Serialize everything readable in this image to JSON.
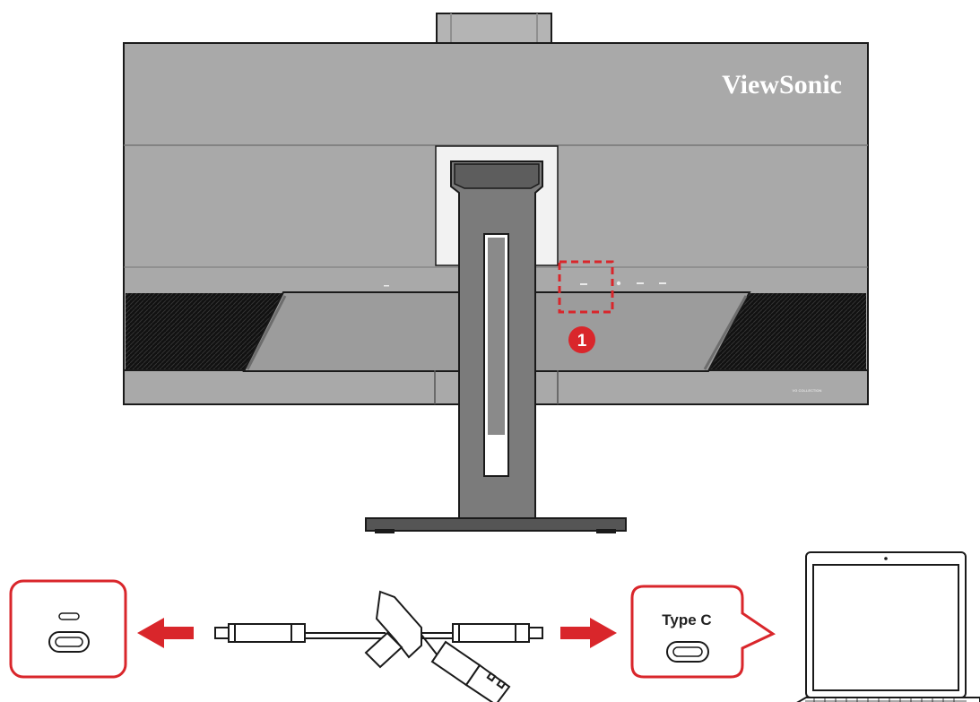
{
  "monitor": {
    "brand": "ViewSonic",
    "series_label": "VG COLLECTION",
    "callout_number": "1"
  },
  "port_callout": {
    "label": "Type C"
  },
  "colors": {
    "accent_red": "#d9262b",
    "monitor_gray": "#a9a9a9",
    "stand_gray": "#7b7b7b",
    "outline": "#1a1a1a"
  },
  "icons": [
    "usb-c-port-icon",
    "arrow-left-icon",
    "arrow-right-icon",
    "usb-c-cable-icon",
    "usb-a-plug-icon",
    "laptop-icon"
  ]
}
